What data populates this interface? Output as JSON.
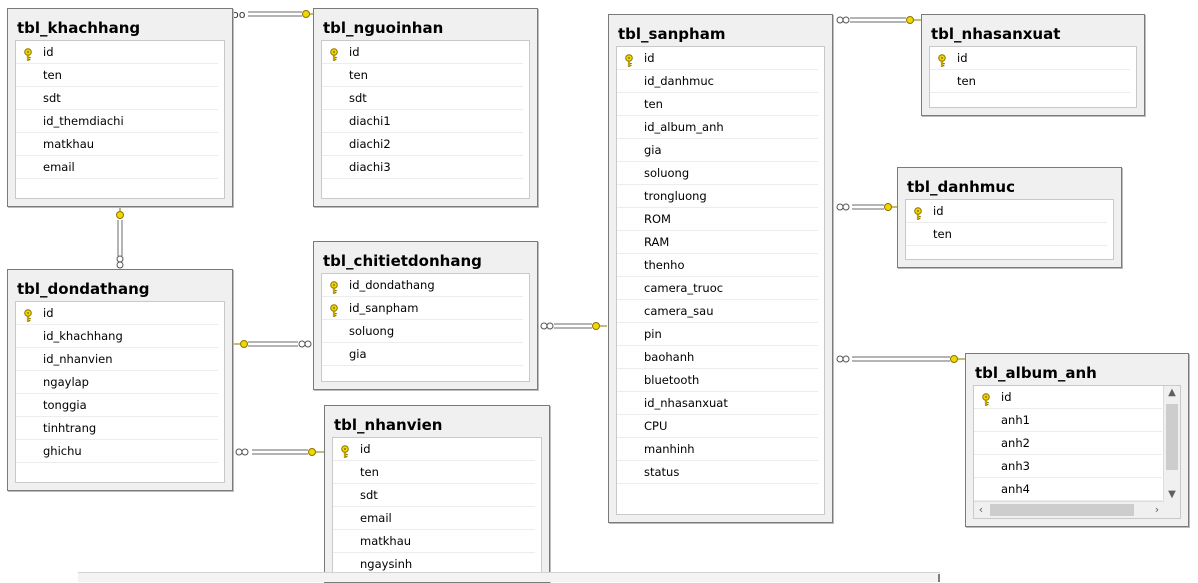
{
  "colors": {
    "key": "#f1d600",
    "key_outline": "#8a7400",
    "line": "#6a6a6a",
    "panel": "#f0f0f0"
  },
  "tables": {
    "khachhang": {
      "title": "tbl_khachhang",
      "columns": [
        {
          "name": "id",
          "pk": true
        },
        {
          "name": "ten"
        },
        {
          "name": "sdt"
        },
        {
          "name": "id_themdiachi"
        },
        {
          "name": "matkhau"
        },
        {
          "name": "email"
        }
      ]
    },
    "nguoinhan": {
      "title": "tbl_nguoinhan",
      "columns": [
        {
          "name": "id",
          "pk": true
        },
        {
          "name": "ten"
        },
        {
          "name": "sdt"
        },
        {
          "name": "diachi1"
        },
        {
          "name": "diachi2"
        },
        {
          "name": "diachi3"
        }
      ]
    },
    "sanpham": {
      "title": "tbl_sanpham",
      "columns": [
        {
          "name": "id",
          "pk": true
        },
        {
          "name": "id_danhmuc"
        },
        {
          "name": "ten"
        },
        {
          "name": "id_album_anh"
        },
        {
          "name": "gia"
        },
        {
          "name": "soluong"
        },
        {
          "name": "trongluong"
        },
        {
          "name": "ROM"
        },
        {
          "name": "RAM"
        },
        {
          "name": "thenho"
        },
        {
          "name": "camera_truoc"
        },
        {
          "name": "camera_sau"
        },
        {
          "name": "pin"
        },
        {
          "name": "baohanh"
        },
        {
          "name": "bluetooth"
        },
        {
          "name": "id_nhasanxuat"
        },
        {
          "name": "CPU"
        },
        {
          "name": "manhinh"
        },
        {
          "name": "status"
        }
      ]
    },
    "nhasanxuat": {
      "title": "tbl_nhasanxuat",
      "columns": [
        {
          "name": "id",
          "pk": true
        },
        {
          "name": "ten"
        }
      ]
    },
    "danhmuc": {
      "title": "tbl_danhmuc",
      "columns": [
        {
          "name": "id",
          "pk": true
        },
        {
          "name": "ten"
        }
      ]
    },
    "dondathang": {
      "title": "tbl_dondathang",
      "columns": [
        {
          "name": "id",
          "pk": true
        },
        {
          "name": "id_khachhang"
        },
        {
          "name": "id_nhanvien"
        },
        {
          "name": "ngaylap"
        },
        {
          "name": "tonggia"
        },
        {
          "name": "tinhtrang"
        },
        {
          "name": "ghichu"
        }
      ]
    },
    "chitietdonhang": {
      "title": "tbl_chitietdonhang",
      "columns": [
        {
          "name": "id_dondathang",
          "pk": true
        },
        {
          "name": "id_sanpham",
          "pk": true
        },
        {
          "name": "soluong"
        },
        {
          "name": "gia"
        }
      ]
    },
    "nhanvien": {
      "title": "tbl_nhanvien",
      "columns": [
        {
          "name": "id",
          "pk": true
        },
        {
          "name": "ten"
        },
        {
          "name": "sdt"
        },
        {
          "name": "email"
        },
        {
          "name": "matkhau"
        },
        {
          "name": "ngaysinh"
        }
      ]
    },
    "album_anh": {
      "title": "tbl_album_anh",
      "columns": [
        {
          "name": "id",
          "pk": true
        },
        {
          "name": "anh1"
        },
        {
          "name": "anh2"
        },
        {
          "name": "anh3"
        },
        {
          "name": "anh4"
        }
      ]
    }
  },
  "relationships": [
    {
      "from": "khachhang",
      "to": "nguoinhan"
    },
    {
      "from": "dondathang",
      "to": "khachhang"
    },
    {
      "from": "chitietdonhang",
      "to": "dondathang"
    },
    {
      "from": "chitietdonhang",
      "to": "sanpham"
    },
    {
      "from": "dondathang",
      "to": "nhanvien"
    },
    {
      "from": "sanpham",
      "to": "nhasanxuat"
    },
    {
      "from": "sanpham",
      "to": "danhmuc"
    },
    {
      "from": "sanpham",
      "to": "album_anh"
    }
  ]
}
